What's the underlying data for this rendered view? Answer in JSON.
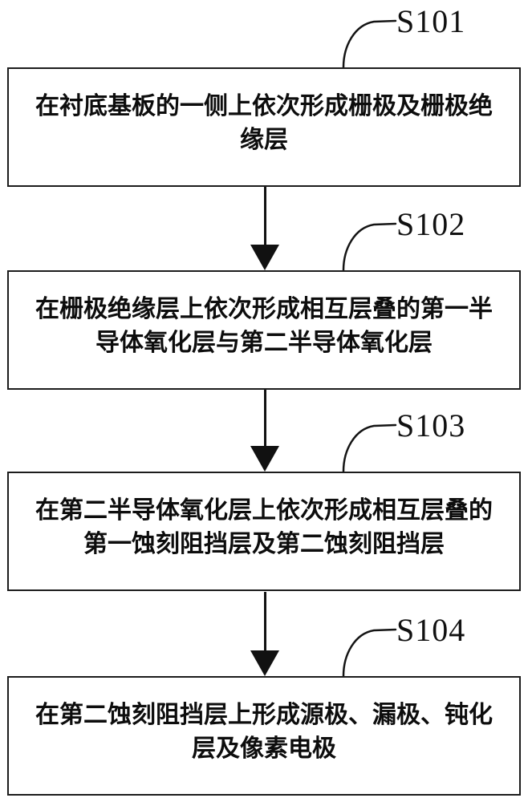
{
  "figure": {
    "type": "flowchart",
    "direction": "top-down",
    "colors": {
      "background": "#ffffff",
      "stroke": "#141414",
      "text": "#0d0d0d"
    }
  },
  "steps": [
    {
      "label": "S101",
      "lines": [
        "在衬底基板的一侧上依次形成栅极及栅极绝",
        "缘层"
      ]
    },
    {
      "label": "S102",
      "lines": [
        "在栅极绝缘层上依次形成相互层叠的第一半",
        "导体氧化层与第二半导体氧化层"
      ]
    },
    {
      "label": "S103",
      "lines": [
        "在第二半导体氧化层上依次形成相互层叠的",
        "第一蚀刻阻挡层及第二蚀刻阻挡层"
      ]
    },
    {
      "label": "S104",
      "lines": [
        "在第二蚀刻阻挡层上形成源极、漏极、钝化",
        "层及像素电极"
      ]
    }
  ]
}
